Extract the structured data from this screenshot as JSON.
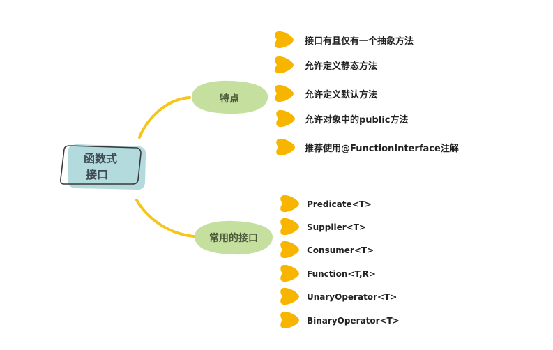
{
  "root": {
    "lines": [
      "函数式",
      "接口"
    ]
  },
  "branches": [
    {
      "label": "特点",
      "leaves": [
        "接口有且仅有一个抽象方法",
        "允许定义静态方法",
        "允许定义默认方法",
        "允许对象中的public方法",
        "推荐使用@FunctionInterface注解"
      ]
    },
    {
      "label": "常用的接口",
      "leaves": [
        "Predicate<T>",
        "Supplier<T>",
        "Consumer<T>",
        "Function<T,R>",
        "UnaryOperator<T>",
        "BinaryOperator<T>"
      ]
    }
  ],
  "colors": {
    "connector": "#f5c518",
    "leaf_marker": "#f7b500",
    "branch_fill": "#c5df9e",
    "root_fill": "#b3dadd",
    "root_outline": "#3a3a3a"
  }
}
